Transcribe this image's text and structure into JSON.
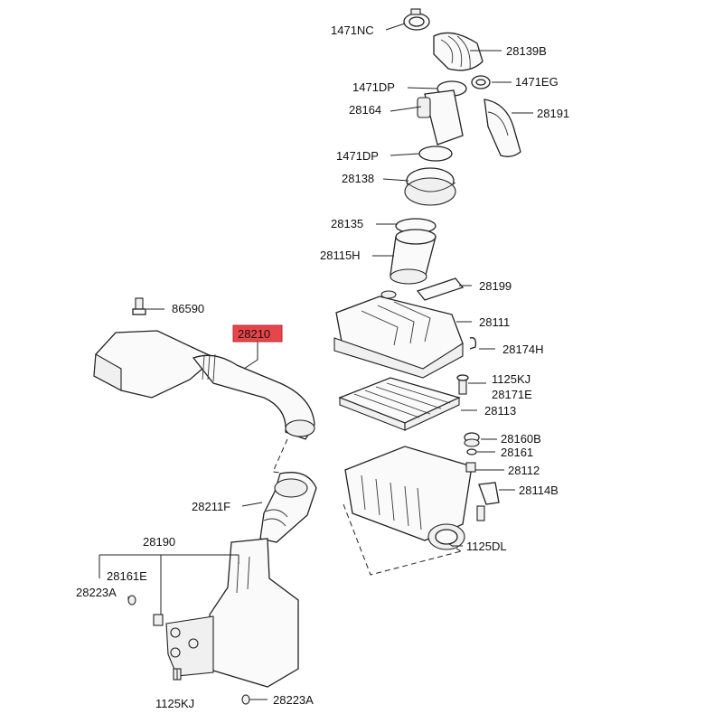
{
  "labels": {
    "p1471NC": "1471NC",
    "p28139B": "28139B",
    "p1471EG": "1471EG",
    "p1471DP_a": "1471DP",
    "p28164": "28164",
    "p28191": "28191",
    "p1471DP_b": "1471DP",
    "p28138": "28138",
    "p28135": "28135",
    "p28115H": "28115H",
    "p28199": "28199",
    "p86590": "86590",
    "p28210": "28210",
    "p28111": "28111",
    "p28174H": "28174H",
    "p1125KJ_a": "1125KJ",
    "p28171E": "28171E",
    "p28113": "28113",
    "p28160B": "28160B",
    "p28161": "28161",
    "p28112": "28112",
    "p28114B": "28114B",
    "p28211F": "28211F",
    "p1125DL": "1125DL",
    "p28190": "28190",
    "p28161E": "28161E",
    "p28223A_a": "28223A",
    "p1125KJ_b": "1125KJ",
    "p28223A_b": "28223A"
  },
  "highlight_color": "#e8454b"
}
